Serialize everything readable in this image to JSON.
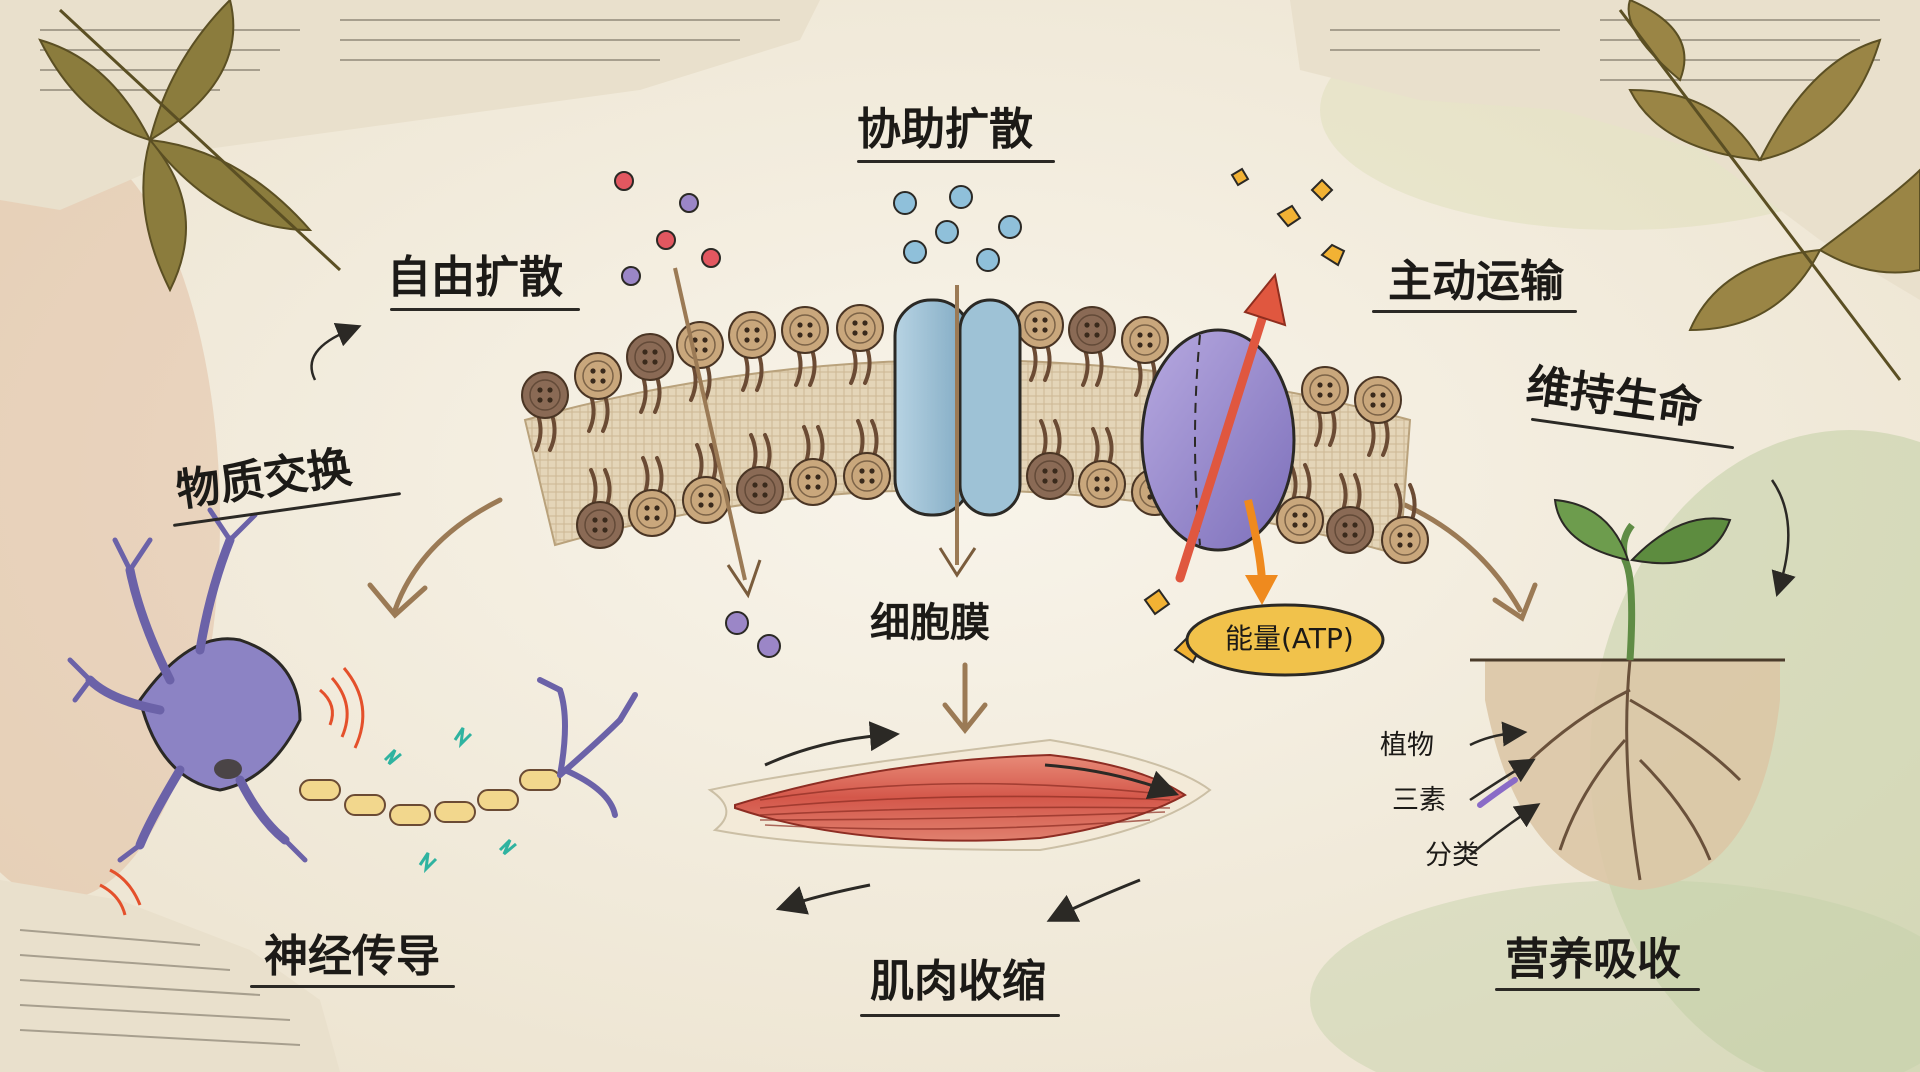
{
  "labels": {
    "facilitated_diffusion": "协助扩散",
    "free_diffusion": "自由扩散",
    "active_transport": "主动运输",
    "material_exchange": "物质交换",
    "sustain_life": "维持生命",
    "cell_membrane": "细胞膜",
    "energy_atp": "能量(ATP)",
    "nerve_conduction": "神经传导",
    "muscle_contraction": "肌肉收缩",
    "nutrient_absorption": "营养吸收",
    "plant": "植物",
    "three_elements": "三素",
    "classification": "分类"
  },
  "colors": {
    "paper": "#f4efe2",
    "membrane_fabric": "#e6d8bd",
    "button_light": "#c9a77c",
    "button_dark": "#8a6a55",
    "channel_blue": "#8fb8cf",
    "pump_purple": "#9a8fce",
    "muscle_red": "#d9695a",
    "neuron_purple": "#8c83c4",
    "atp_yellow": "#f1c24b",
    "arrow_red": "#e0573f",
    "twine": "#9b7a55",
    "leaf_olive": "#8a7d3c",
    "soil": "#d9c3a4",
    "sprout_green": "#5f8c45"
  },
  "icons": [
    "leaf-icon",
    "button-icon",
    "molecule-icon",
    "spark-icon",
    "wave-icon",
    "arrow-icon"
  ]
}
